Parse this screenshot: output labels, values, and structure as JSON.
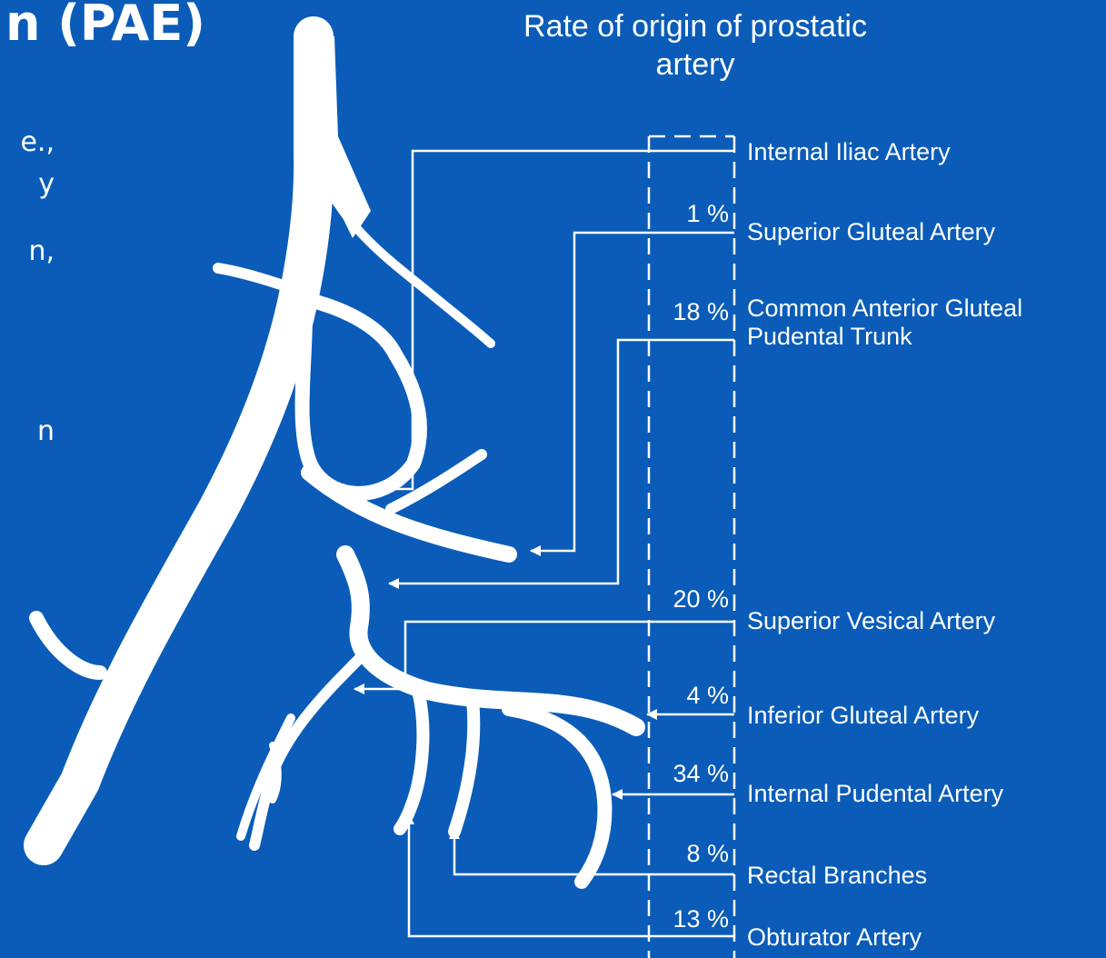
{
  "slide": {
    "title_fragment": "n (PAE)",
    "cropped_text_fragments": [
      "e.,",
      "y",
      "n,",
      "n"
    ]
  },
  "diagram": {
    "heading": "Rate of origin of prostatic artery",
    "origins": [
      {
        "label": "Internal Iliac Artery",
        "rate": ""
      },
      {
        "label": "Superior Gluteal Artery",
        "rate": "1 %"
      },
      {
        "label": "Common Anterior Gluteal Pudental Trunk",
        "rate": "18 %"
      },
      {
        "label": "Superior Vesical Artery",
        "rate": "20 %"
      },
      {
        "label": "Inferior Gluteal Artery",
        "rate": "4 %"
      },
      {
        "label": "Internal Pudental Artery",
        "rate": "34 %"
      },
      {
        "label": "Rectal Branches",
        "rate": "8 %"
      },
      {
        "label": "Obturator Artery",
        "rate": "13 %"
      }
    ]
  },
  "colors": {
    "background": "#0a5cb8",
    "foreground": "#ffffff"
  }
}
